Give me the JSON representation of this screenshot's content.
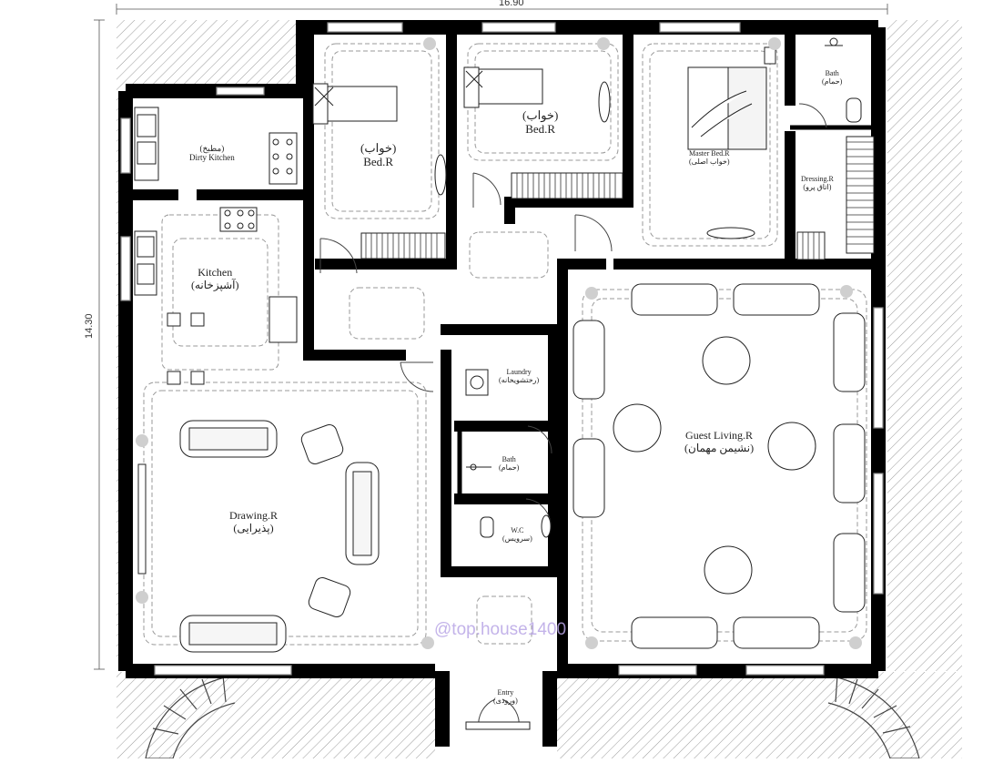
{
  "dimensions": {
    "width_label": "16.90",
    "height_label": "14.30"
  },
  "watermark": "@top.house1400",
  "rooms": {
    "dirty_kitchen": {
      "fa": "(مطبخ)",
      "en": "Dirty Kitchen"
    },
    "kitchen": {
      "en": "Kitchen",
      "fa": "(آشپزخانه)"
    },
    "bed1": {
      "fa": "(خواب)",
      "en": "Bed.R"
    },
    "bed2": {
      "fa": "(خواب)",
      "en": "Bed.R"
    },
    "master": {
      "en": "Master Bed.R",
      "fa": "(خواب اصلی)"
    },
    "bath_top": {
      "en": "Bath",
      "fa": "(حمام)"
    },
    "dressing": {
      "en": "Dressing.R",
      "fa": "(اتاق پرو)"
    },
    "laundry": {
      "en": "Laundry",
      "fa": "(رختشویخانه)"
    },
    "bath_mid": {
      "en": "Bath",
      "fa": "(حمام)"
    },
    "wc": {
      "en": "W.C",
      "fa": "(سرویس)"
    },
    "drawing": {
      "en": "Drawing.R",
      "fa": "(پذیرایی)"
    },
    "guest": {
      "en": "Guest Living.R",
      "fa": "(نشیمن مهمان)"
    },
    "entry": {
      "en": "Entry",
      "fa": "(ورودی)"
    }
  }
}
